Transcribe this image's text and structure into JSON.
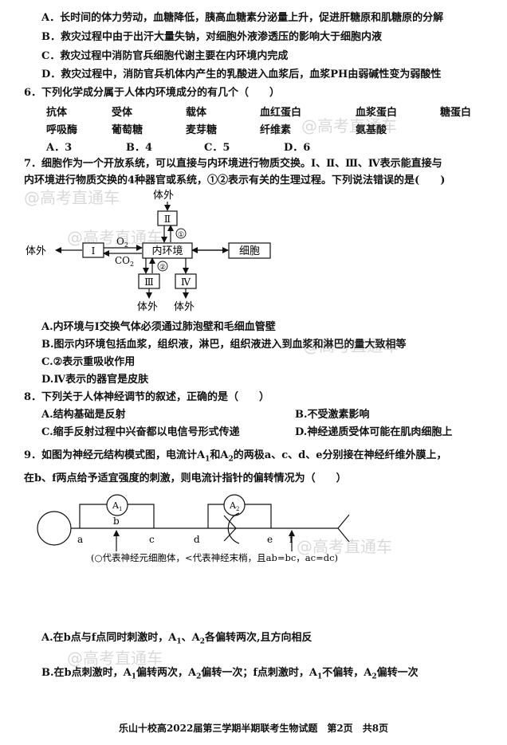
{
  "q5_options": [
    "A．长时间的体力劳动，血糖降低，胰高血糖素分泌量上升，促进肝糖原和肌糖原的分解",
    "B．救灾过程中由于出汗大量失钠，对细胞外液渗透压的影响大于细胞内液",
    "C．救灾过程中消防官兵细胞代谢主要在内环境内完成",
    "D．救灾过程中，消防官兵机体内产生的乳酸进入血浆后，血浆PH由弱碱性变为弱酸性"
  ],
  "q6": {
    "stem": "6．下列化学成分属于人体内环境成分的有几个（　　）",
    "row1": [
      "抗体",
      "受体",
      "载体",
      "血红蛋白",
      "血浆蛋白",
      "糖蛋白"
    ],
    "row2": [
      "呼吸酶",
      "葡萄糖",
      "麦芽糖",
      "纤维素",
      "氨基酸"
    ],
    "options": [
      "A．3",
      "B．4",
      "C．5",
      "D．6"
    ]
  },
  "q7": {
    "stem1": "7．细胞作为一个开放系统，可以直接与内环境进行物质交换。Ⅰ、Ⅱ、Ⅲ、Ⅳ表示能直接与",
    "stem2": "内环境进行物质交换的4种器官或系统，①②表示有关的生理过程。下列说法错误的是(　　)",
    "diagram": {
      "top_outside": "体外",
      "box2": "Ⅱ",
      "circle1": "①",
      "left_outside": "体外",
      "box1": "Ⅰ",
      "o2": "O",
      "o2_sub": "2",
      "co2": "CO",
      "co2_sub": "2",
      "center": "内环境",
      "cell": "细胞",
      "circle2": "②",
      "box3": "Ⅲ",
      "box4": "Ⅳ",
      "bottom_outside_3": "体外",
      "bottom_outside_4": "体外"
    },
    "options": [
      "A.内环境与Ⅰ交换气体必须通过肺泡壁和毛细血管壁",
      "B.图示内环境包括血浆，组织液，淋巴，组织液进入到血浆和淋巴的量大致相等",
      "C.②表示重吸收作用",
      "D.Ⅳ表示的器官是皮肤"
    ]
  },
  "q8": {
    "stem": "8．下列关于人体神经调节的叙述，正确的是（　　）",
    "options": [
      "A.结构基础是反射",
      "B.不受激素影响",
      "C.缩手反射过程中兴奋都以电信号形式传递",
      "D.神经递质受体可能在肌肉细胞上"
    ]
  },
  "q9": {
    "stem1_a": "9．如图为神经元结构模式图，电流计A",
    "stem1_sub1": "1",
    "stem1_b": "和A",
    "stem1_sub2": "2",
    "stem1_c": "的两极a、c、d、e分别接在神经纤维外膜上，",
    "stem2": "在b、f两点给予适宜强度的刺激，则电流计指针的偏转情况为（　　）",
    "diagram": {
      "meter1": "A",
      "meter1_sub": "1",
      "meter2": "A",
      "meter2_sub": "2",
      "a": "a",
      "b": "b",
      "c": "c",
      "d": "d",
      "e": "e",
      "f": "f",
      "note": "(○代表神经元细胞体，<代表神经末梢，且ab=bc，ac=dc)"
    },
    "optA": {
      "p1": "A.在b点与f点同时刺激时，A",
      "s1": "1",
      "p2": "、A",
      "s2": "2",
      "p3": "各偏转两次,且方向相反"
    },
    "optB": {
      "p1": "B.在b点刺激时，A",
      "s1": "1",
      "p2": "偏转两次，A",
      "s2": "2",
      "p3": "偏转一次；f点刺激时，A",
      "s3": "1",
      "p4": "不偏转，A",
      "s4": "2",
      "p5": "偏转一次"
    }
  },
  "footer": "乐山十校高2022届第三学期半期联考生物试题　第2页　共8页",
  "watermark": "@高考直通车"
}
